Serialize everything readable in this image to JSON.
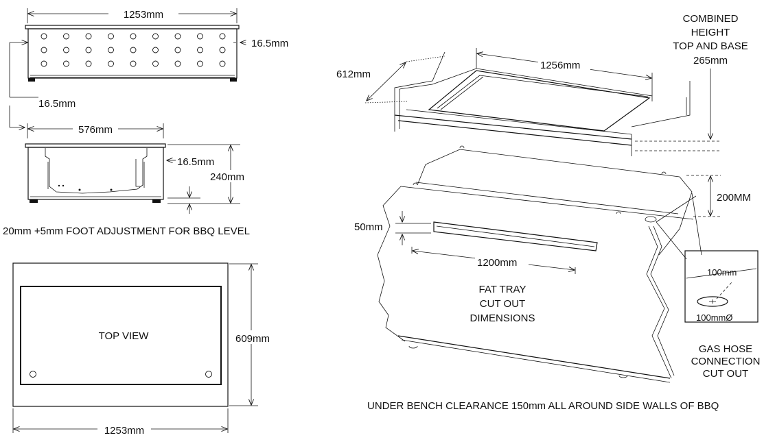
{
  "front_view": {
    "width_label": "1253mm",
    "wall_label": "16.5mm",
    "wall_label_left": "16.5mm"
  },
  "side_view": {
    "width_label": "576mm",
    "wall_label": "16.5mm",
    "height_label": "240mm",
    "foot_note": "20mm +5mm FOOT ADJUSTMENT FOR BBQ LEVEL"
  },
  "top_view": {
    "title": "TOP VIEW",
    "depth_label": "609mm",
    "width_label": "1253mm"
  },
  "iso_view": {
    "depth_label": "612mm",
    "length_label": "1256mm",
    "combined_height_line1": "COMBINED",
    "combined_height_line2": "HEIGHT",
    "combined_height_line3": "TOP AND BASE",
    "combined_height_value": "265mm",
    "base_height_label": "200MM",
    "tray_slot_height": "50mm",
    "tray_slot_length": "1200mm",
    "fat_tray_line1": "FAT TRAY",
    "fat_tray_line2": "CUT OUT",
    "fat_tray_line3": "DIMENSIONS",
    "gas_detail_offset": "100mm",
    "gas_detail_diameter": "100mmØ",
    "gas_hose_line1": "GAS HOSE",
    "gas_hose_line2": "CONNECTION",
    "gas_hose_line3": "CUT OUT",
    "clearance_note": "UNDER BENCH CLEARANCE 150mm ALL AROUND SIDE WALLS OF BBQ"
  }
}
